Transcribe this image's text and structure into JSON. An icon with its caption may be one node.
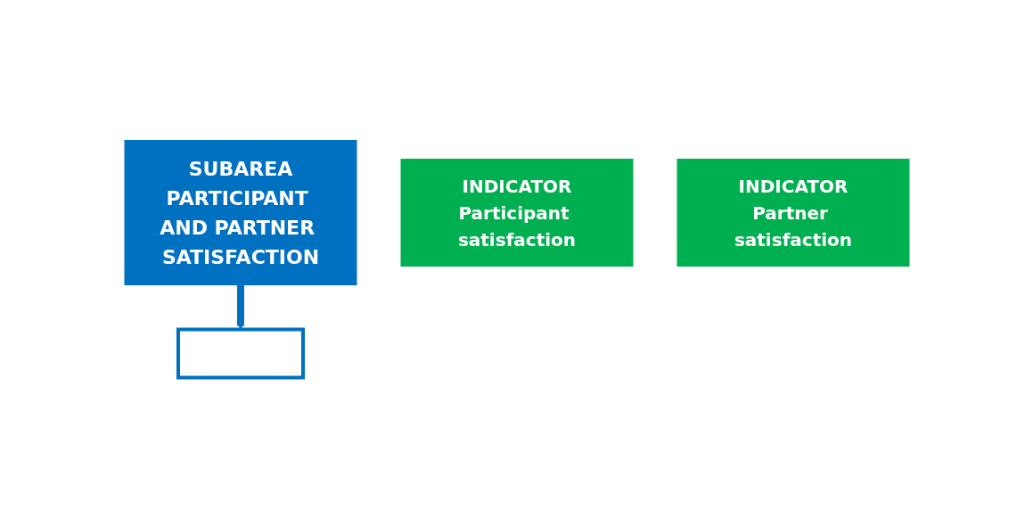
{
  "diagram": {
    "nodes": [
      {
        "text": [
          "SUBAREA",
          "PARTICIPANT AND PARTNER SATISFACTION"
        ]
      },
      {
        "text": [],
        "shape": "box"
      },
      {
        "text": [
          "INDICATOR",
          "Participant satisfaction"
        ]
      },
      {
        "text": [
          "INDICATOR",
          "Partner satisfaction"
        ]
      }
    ],
    "edges": [
      {
        "from": 0,
        "to": 1,
        "arrow": "to"
      }
    ]
  }
}
